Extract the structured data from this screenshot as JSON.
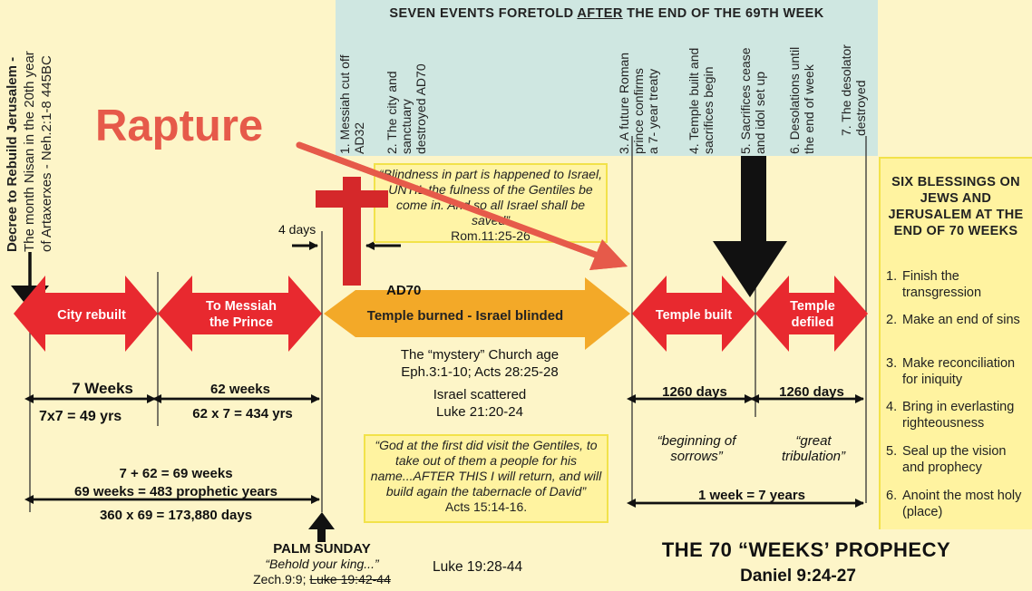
{
  "left_header": {
    "decree": "Decree to Rebuild Jerusalem -",
    "line2": "The month Nisan in the 20th year",
    "line3": "of Artaxerxes - Neh.2:1-8  445BC"
  },
  "top_section": {
    "title_before": "SEVEN EVENTS FORETOLD ",
    "title_underlined": "AFTER",
    "title_after": " THE END OF THE 69TH WEEK",
    "events": [
      "1. Messiah cut off\nAD32",
      "2. The city and\nsanctuary\ndestroyed AD70",
      "3. A future Roman\nprince confirms\na 7- year treaty",
      "4. Temple built and\nsacrifices begin",
      "5. Sacrifices cease\nand idol set up",
      "6. Desolations until\nthe end of week",
      "7. The desolator\ndestroyed"
    ]
  },
  "rapture_label": "Rapture",
  "romans_quote": {
    "text": "“Blindness in part is happened to Israel, UNTIL the fulness of the Gentiles be come in. And so all Israel shall be saved”",
    "ref": "Rom.11:25-26"
  },
  "four_days": "4 days",
  "ad70": "AD70",
  "segments": {
    "city_rebuilt": "City rebuilt",
    "to_messiah_l1": "To Messiah",
    "to_messiah_l2": "the Prince",
    "temple_burned": "Temple burned - Israel blinded",
    "temple_built": "Temple built",
    "temple_defiled_l1": "Temple",
    "temple_defiled_l2": "defiled"
  },
  "church_age": {
    "line1": "The “mystery” Church age",
    "line2": "Eph.3:1-10; Acts 28:25-28",
    "line3": "Israel scattered",
    "line4": "Luke 21:20-24"
  },
  "durations": {
    "seven_weeks": "7 Weeks",
    "seven_calc": "7x7 = 49 yrs",
    "sixty_two": "62 weeks",
    "sixty_two_calc": "62 x 7 = 434 yrs",
    "first_1260": "1260 days",
    "second_1260": "1260 days",
    "sum_line": "7 + 62 = 69 weeks",
    "prophetic_years": "69 weeks = 483 prophetic years",
    "days_total": "360 x 69 = 173,880 days",
    "one_week": "1 week = 7 years"
  },
  "acts_quote": {
    "text": "“God at the first did visit the Gentiles, to take out of them a people for his name...AFTER THIS I will return, and will build again the tabernacle of David”",
    "ref": "Acts 15:14-16."
  },
  "sorrows_l1": "“beginning of",
  "sorrows_l2": "sorrows”",
  "tribulation_l1": "“great",
  "tribulation_l2": "tribulation”",
  "palm_sunday": {
    "title": "PALM SUNDAY",
    "quote": "“Behold your king...”",
    "ref_a": "Zech.9:9; ",
    "ref_struck": "Luke 19:42-44",
    "correction": "Luke 19:28-44"
  },
  "main_title": "THE 70 “WEEKS’ PROPHECY",
  "subtitle": "Daniel 9:24-27",
  "six_blessings": {
    "title": "SIX BLESSINGS ON JEWS AND JERUSALEM AT THE END OF 70 WEEKS",
    "items": [
      {
        "num": "1.",
        "text": "Finish the transgression"
      },
      {
        "num": "2.",
        "text": "Make an end of sins"
      },
      {
        "num": "3.",
        "text": "Make reconciliation for iniquity"
      },
      {
        "num": "4.",
        "text": "Bring in everlasting righteousness"
      },
      {
        "num": "5.",
        "text": "Seal up the vision and prophecy"
      },
      {
        "num": "6.",
        "text": "Anoint the most holy (place)"
      }
    ]
  },
  "colors": {
    "background": "#fdf5c8",
    "top_band": "#cfe7e1",
    "red_arrow": "#e8292f",
    "orange_arrow": "#f3a928",
    "rapture": "#e65a4a",
    "quote_box": "#fff3a0"
  }
}
